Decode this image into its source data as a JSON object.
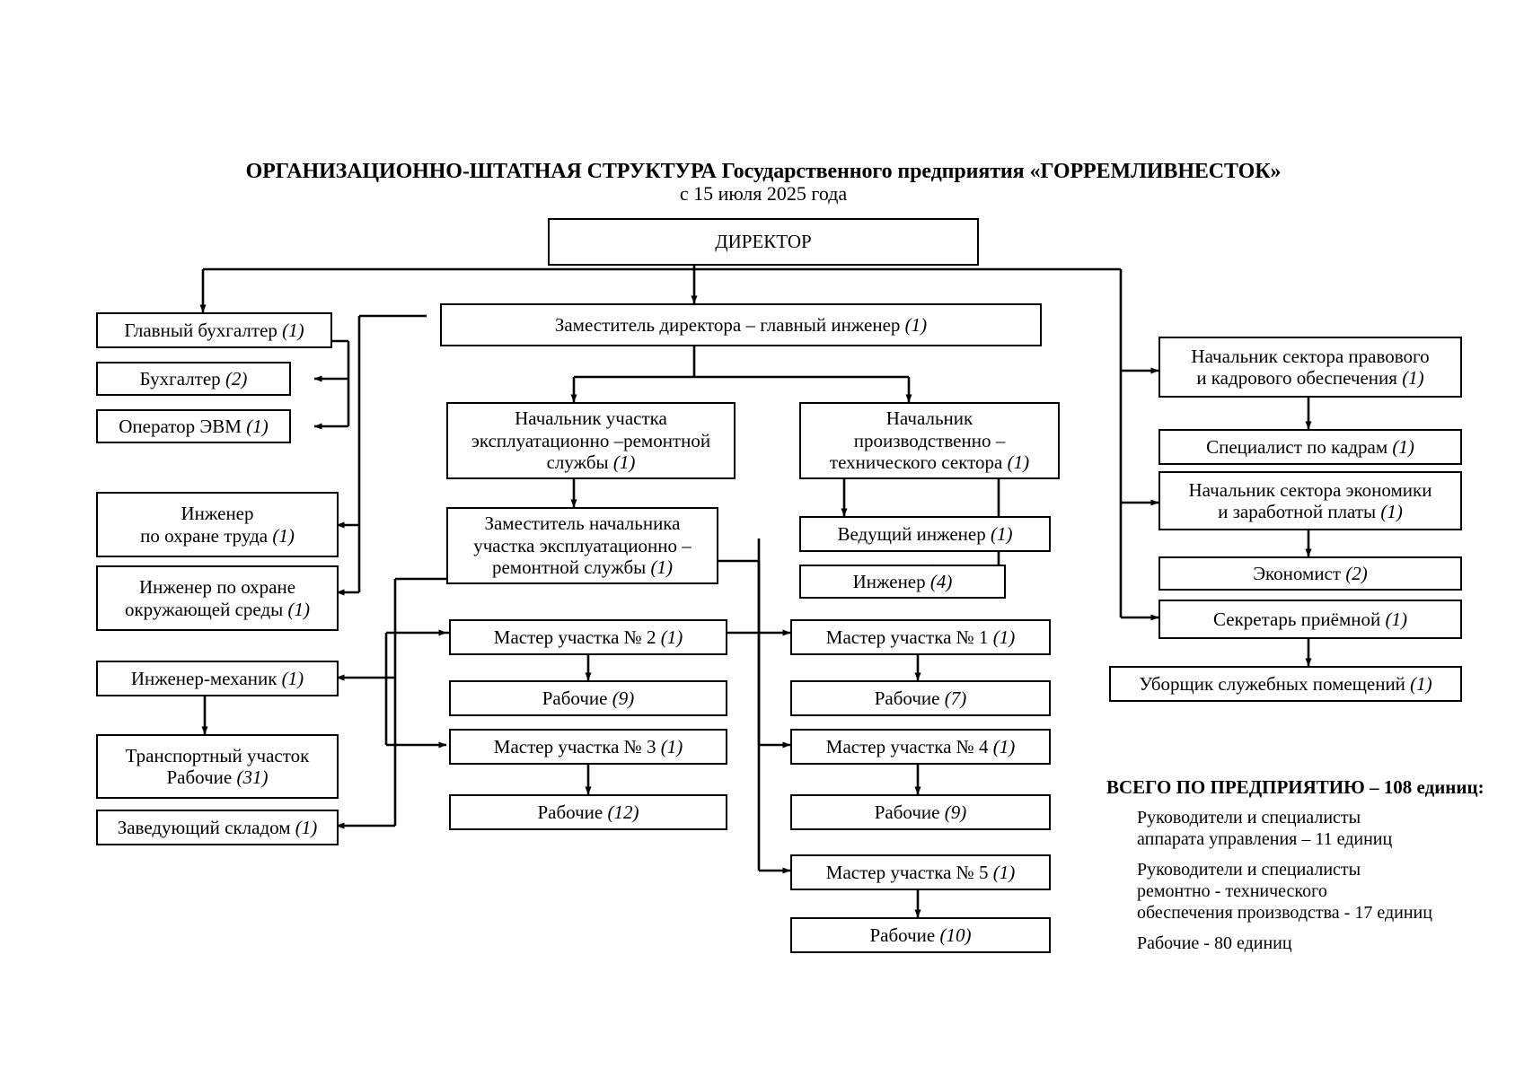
{
  "header": {
    "title": "ОРГАНИЗАЦИОННО-ШТАТНАЯ СТРУКТУРА Государственного предприятия «ГОРРЕМЛИВНЕСТОК»",
    "subtitle": "с 15 июля 2025 года"
  },
  "chart_data": {
    "type": "diagram",
    "title": "ОРГАНИЗАЦИОННО-ШТАТНАЯ СТРУКТУРА Государственного предприятия «ГОРРЕМЛИВНЕСТОК»",
    "subtitle": "с 15 июля 2025 года",
    "nodes": [
      {
        "id": "director",
        "label": "ДИРЕКТОР",
        "count": ""
      },
      {
        "id": "deputy-chief-engineer",
        "label": "Заместитель директора – главный инженер",
        "count": "(1)"
      },
      {
        "id": "chief-accountant",
        "label": "Главный бухгалтер",
        "count": "(1)"
      },
      {
        "id": "accountant",
        "label": "Бухгалтер",
        "count": "(2)"
      },
      {
        "id": "evm-operator",
        "label": "Оператор ЭВМ",
        "count": "(1)"
      },
      {
        "id": "labor-safety-engineer",
        "lines": [
          "Инженер",
          "по охране труда"
        ],
        "count": "(1)"
      },
      {
        "id": "environment-engineer",
        "lines": [
          "Инженер по охране",
          "окружающей среды"
        ],
        "count": "(1)"
      },
      {
        "id": "mechanical-engineer",
        "label": "Инженер-механик",
        "count": "(1)"
      },
      {
        "id": "transport-section",
        "lines": [
          "Транспортный участок",
          "Рабочие"
        ],
        "count": "(31)"
      },
      {
        "id": "warehouse-manager",
        "label": "Заведующий складом",
        "count": "(1)"
      },
      {
        "id": "head-repair-service",
        "lines": [
          "Начальник участка",
          "эксплуатационно –ремонтной",
          "службы"
        ],
        "count": "(1)"
      },
      {
        "id": "deputy-head-repair-service",
        "lines": [
          "Заместитель начальника",
          "участка эксплуатационно –",
          "ремонтной службы"
        ],
        "count": "(1)"
      },
      {
        "id": "head-production-technical",
        "lines": [
          "Начальник",
          "производственно –",
          "технического сектора"
        ],
        "count": "(1)"
      },
      {
        "id": "lead-engineer",
        "label": "Ведущий инженер",
        "count": "(1)"
      },
      {
        "id": "engineer",
        "label": "Инженер",
        "count": "(4)"
      },
      {
        "id": "foreman-2",
        "label": "Мастер участка № 2",
        "count": "(1)"
      },
      {
        "id": "workers-2",
        "label": "Рабочие",
        "count": "(9)"
      },
      {
        "id": "foreman-3",
        "label": "Мастер участка № 3",
        "count": "(1)"
      },
      {
        "id": "workers-3",
        "label": "Рабочие",
        "count": "(12)"
      },
      {
        "id": "foreman-1",
        "label": "Мастер участка № 1",
        "count": "(1)"
      },
      {
        "id": "workers-1",
        "label": "Рабочие",
        "count": "(7)"
      },
      {
        "id": "foreman-4",
        "label": "Мастер участка № 4",
        "count": "(1)"
      },
      {
        "id": "workers-4",
        "label": "Рабочие",
        "count": "(9)"
      },
      {
        "id": "foreman-5",
        "label": "Мастер участка № 5",
        "count": "(1)"
      },
      {
        "id": "workers-5",
        "label": "Рабочие",
        "count": "(10)"
      },
      {
        "id": "head-legal-hr",
        "lines": [
          "Начальник сектора правового",
          "и кадрового обеспечения "
        ],
        "count": "(1)"
      },
      {
        "id": "hr-specialist",
        "label": "Специалист по кадрам",
        "count": "(1)"
      },
      {
        "id": "head-economics-payroll",
        "lines": [
          "Начальник сектора экономики",
          "и заработной платы"
        ],
        "count": "(1)"
      },
      {
        "id": "economist",
        "label": "Экономист",
        "count": "(2)"
      },
      {
        "id": "reception-secretary",
        "label": "Секретарь приёмной",
        "count": "(1)"
      },
      {
        "id": "cleaner",
        "label": "Уборщик служебных помещений",
        "count": "(1)"
      }
    ],
    "edges": [
      {
        "from": "director",
        "to": "chief-accountant"
      },
      {
        "from": "director",
        "to": "deputy-chief-engineer"
      },
      {
        "from": "director",
        "to": "head-legal-hr"
      },
      {
        "from": "director",
        "to": "head-economics-payroll"
      },
      {
        "from": "director",
        "to": "reception-secretary"
      },
      {
        "from": "chief-accountant",
        "to": "accountant"
      },
      {
        "from": "chief-accountant",
        "to": "evm-operator"
      },
      {
        "from": "deputy-chief-engineer",
        "to": "head-repair-service"
      },
      {
        "from": "deputy-chief-engineer",
        "to": "head-production-technical"
      },
      {
        "from": "deputy-chief-engineer",
        "to": "labor-safety-engineer"
      },
      {
        "from": "deputy-chief-engineer",
        "to": "environment-engineer"
      },
      {
        "from": "head-repair-service",
        "to": "deputy-head-repair-service"
      },
      {
        "from": "deputy-head-repair-service",
        "to": "mechanical-engineer"
      },
      {
        "from": "deputy-head-repair-service",
        "to": "warehouse-manager"
      },
      {
        "from": "deputy-head-repair-service",
        "to": "foreman-2"
      },
      {
        "from": "deputy-head-repair-service",
        "to": "foreman-3"
      },
      {
        "from": "mechanical-engineer",
        "to": "transport-section"
      },
      {
        "from": "head-production-technical",
        "to": "lead-engineer"
      },
      {
        "from": "head-production-technical",
        "to": "engineer"
      },
      {
        "from": "head-production-technical",
        "to": "foreman-1"
      },
      {
        "from": "head-production-technical",
        "to": "foreman-4"
      },
      {
        "from": "head-production-technical",
        "to": "foreman-5"
      },
      {
        "from": "foreman-1",
        "to": "workers-1"
      },
      {
        "from": "foreman-2",
        "to": "workers-2"
      },
      {
        "from": "foreman-3",
        "to": "workers-3"
      },
      {
        "from": "foreman-4",
        "to": "workers-4"
      },
      {
        "from": "foreman-5",
        "to": "workers-5"
      },
      {
        "from": "head-legal-hr",
        "to": "hr-specialist"
      },
      {
        "from": "head-economics-payroll",
        "to": "economist"
      },
      {
        "from": "reception-secretary",
        "to": "cleaner"
      }
    ]
  },
  "nodes": {
    "director": {
      "l1": "ДИРЕКТОР"
    },
    "deputy_chief_engineer": {
      "l1": "Заместитель директора – главный инженер",
      "c": "(1)"
    },
    "chief_accountant": {
      "l1": "Главный бухгалтер",
      "c": "(1)"
    },
    "accountant": {
      "l1": "Бухгалтер",
      "c": "(2)"
    },
    "evm_operator": {
      "l1": "Оператор ЭВМ",
      "c": "(1)"
    },
    "labor_safety_engineer": {
      "l1": "Инженер",
      "l2": "по охране труда",
      "c": "(1)"
    },
    "environment_engineer": {
      "l1": "Инженер по охране",
      "l2": "окружающей среды",
      "c": "(1)"
    },
    "mechanical_engineer": {
      "l1": "Инженер-механик",
      "c": "(1)"
    },
    "transport_section": {
      "l1": "Транспортный участок",
      "l2": "Рабочие",
      "c": "(31)"
    },
    "warehouse_manager": {
      "l1": "Заведующий складом",
      "c": "(1)"
    },
    "head_repair_service": {
      "l1": "Начальник участка",
      "l2": "эксплуатационно –ремонтной",
      "l3": "службы",
      "c": "(1)"
    },
    "deputy_head_repair_service": {
      "l1": "Заместитель начальника",
      "l2": "участка эксплуатационно –",
      "l3": "ремонтной службы",
      "c": "(1)"
    },
    "head_production_technical": {
      "l1": "Начальник",
      "l2": "производственно –",
      "l3": "технического сектора",
      "c": "(1)"
    },
    "lead_engineer": {
      "l1": "Ведущий инженер",
      "c": "(1)"
    },
    "engineer": {
      "l1": "Инженер",
      "c": "(4)"
    },
    "foreman_2": {
      "l1": "Мастер участка № 2",
      "c": "(1)"
    },
    "workers_2": {
      "l1": "Рабочие",
      "c": "(9)"
    },
    "foreman_3": {
      "l1": "Мастер участка № 3",
      "c": "(1)"
    },
    "workers_3": {
      "l1": "Рабочие",
      "c": "(12)"
    },
    "foreman_1": {
      "l1": "Мастер участка № 1",
      "c": "(1)"
    },
    "workers_1": {
      "l1": "Рабочие",
      "c": "(7)"
    },
    "foreman_4": {
      "l1": "Мастер участка № 4",
      "c": "(1)"
    },
    "workers_4": {
      "l1": "Рабочие",
      "c": "(9)"
    },
    "foreman_5": {
      "l1": "Мастер участка № 5",
      "c": "(1)"
    },
    "workers_5": {
      "l1": "Рабочие",
      "c": "(10)"
    },
    "head_legal_hr": {
      "l1": "Начальник сектора правового",
      "l2": "и кадрового обеспечения ",
      "c": "(1)"
    },
    "hr_specialist": {
      "l1": "Специалист по кадрам",
      "c": "(1)"
    },
    "head_economics_payroll": {
      "l1": "Начальник сектора экономики",
      "l2": "и заработной платы",
      "c": "(1)"
    },
    "economist": {
      "l1": "Экономист",
      "c": "(2)"
    },
    "reception_secretary": {
      "l1": "Секретарь приёмной",
      "c": "(1)"
    },
    "cleaner": {
      "l1": "Уборщик служебных помещений",
      "c": "(1)"
    }
  },
  "totals": {
    "heading": "ВСЕГО ПО ПРЕДПРИЯТИЮ – 108 единиц:",
    "items": [
      {
        "l1": "Руководители и специалисты",
        "l2": "аппарата управления – 11 единиц"
      },
      {
        "l1": "Руководители и специалисты",
        "l2": "ремонтно - технического",
        "l3": "обеспечения производства  - 17 единиц"
      },
      {
        "l1": "Рабочие -  80 единиц"
      }
    ]
  }
}
